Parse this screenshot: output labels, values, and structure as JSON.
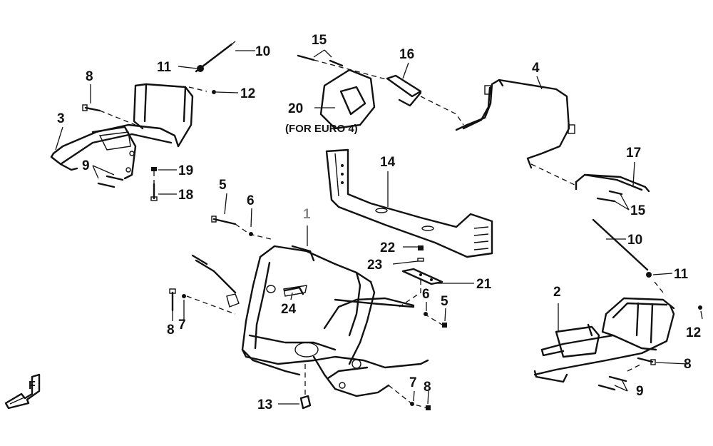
{
  "diagram": {
    "note": "(FOR EURO 4)",
    "callouts": [
      {
        "id": "c1",
        "text": "1",
        "muted": true
      },
      {
        "id": "c2",
        "text": "2"
      },
      {
        "id": "c3",
        "text": "3"
      },
      {
        "id": "c4",
        "text": "4"
      },
      {
        "id": "c5a",
        "text": "5"
      },
      {
        "id": "c5b",
        "text": "5"
      },
      {
        "id": "c6a",
        "text": "6"
      },
      {
        "id": "c6b",
        "text": "6"
      },
      {
        "id": "c7a",
        "text": "7"
      },
      {
        "id": "c7b",
        "text": "7"
      },
      {
        "id": "c8a",
        "text": "8"
      },
      {
        "id": "c8b",
        "text": "8"
      },
      {
        "id": "c8c",
        "text": "8"
      },
      {
        "id": "c8d",
        "text": "8"
      },
      {
        "id": "c9a",
        "text": "9"
      },
      {
        "id": "c9b",
        "text": "9"
      },
      {
        "id": "c10a",
        "text": "10"
      },
      {
        "id": "c10b",
        "text": "10"
      },
      {
        "id": "c11a",
        "text": "11"
      },
      {
        "id": "c11b",
        "text": "11"
      },
      {
        "id": "c12a",
        "text": "12"
      },
      {
        "id": "c12b",
        "text": "12"
      },
      {
        "id": "c13",
        "text": "13"
      },
      {
        "id": "c14",
        "text": "14"
      },
      {
        "id": "c15a",
        "text": "15"
      },
      {
        "id": "c15b",
        "text": "15"
      },
      {
        "id": "c16",
        "text": "16"
      },
      {
        "id": "c17",
        "text": "17"
      },
      {
        "id": "c18",
        "text": "18"
      },
      {
        "id": "c19",
        "text": "19"
      },
      {
        "id": "c20",
        "text": "20"
      },
      {
        "id": "c21",
        "text": "21"
      },
      {
        "id": "c22",
        "text": "22"
      },
      {
        "id": "c23",
        "text": "23"
      },
      {
        "id": "c24",
        "text": "24"
      }
    ],
    "front_marker": "F"
  }
}
